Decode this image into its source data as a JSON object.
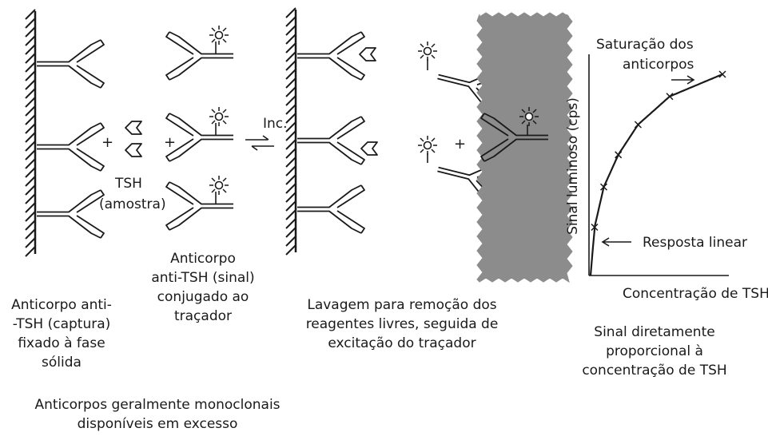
{
  "labels": {
    "inc": "Inc.",
    "tsh": "TSH",
    "amostra": "(amostra)",
    "capture_antibody": [
      "Anticorpo anti-",
      "-TSH (captura)",
      "fixado à fase",
      "sólida"
    ],
    "signal_antibody": [
      "Anticorpo",
      "anti-TSH (sinal)",
      "conjugado ao",
      "traçador"
    ],
    "wash": [
      "Lavagem para remoção dos",
      "reagentes livres, seguida de",
      "excitação do traçador"
    ],
    "excess": [
      "Anticorpos geralmente monoclonais",
      "disponíveis em excesso"
    ],
    "result": [
      "Sinal diretamente",
      "proporcional à",
      "concentração de TSH"
    ]
  },
  "chart_data": {
    "type": "line",
    "title": "",
    "xlabel": "Concentração de TSH",
    "ylabel": "Sinal luminoso (cps)",
    "annotations": [
      "Saturação dos",
      "anticorpos",
      "Resposta linear"
    ],
    "series": [
      {
        "x": [
          0,
          0.03,
          0.1,
          0.21,
          0.36,
          0.6,
          1.0
        ],
        "y": [
          0,
          0.24,
          0.44,
          0.6,
          0.75,
          0.89,
          1.0
        ]
      }
    ]
  },
  "colors": {
    "ink": "#1a1a1a",
    "wash_band": "#8c8c8c"
  }
}
